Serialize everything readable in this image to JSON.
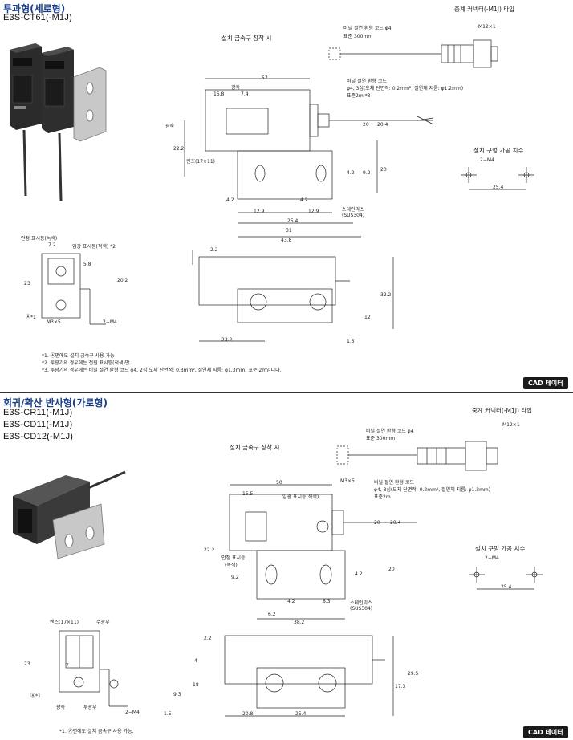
{
  "section1": {
    "title": "투과형(세로형)",
    "model": "E3S-CT61(-M1J)",
    "connector_title": "중계 커넥터(-M1J) 타입",
    "bracket_title": "설치 금속구 장착 시",
    "mount_hole_title": "설치 구멍 가공 치수",
    "labels": {
      "cable_vinyl": "비닐 절연 환형 코드 φ4",
      "cable_std": "표준 300mm",
      "m12": "M12×1",
      "cord_desc": "비닐 절연 환형 코드",
      "cord_spec": "φ4, 3심(도체 단면적: 0.2mm², 절연체 지름: φ1.2mm)",
      "cord_std": "표준2m *3",
      "optical_axis": "광축",
      "optical_axis2": "광축",
      "lens": "렌즈(17×11)",
      "stainless": "스테인리스",
      "sus": "(SUS304)",
      "stability_ind": "안정 표시등(녹색)",
      "incident_ind": "입광 표시등(적색) *2",
      "m3x5": "M3×5",
      "a1": "Ⓐ*1",
      "m4": "2−M4",
      "hole_m4": "2−M4"
    },
    "dims": {
      "d57": "57",
      "d15_8": "15.8",
      "d7_4": "7.4",
      "d20": "20",
      "d20_4": "20.4",
      "d22_2": "22.2",
      "d4_2a": "4.2",
      "d9_2": "9.2",
      "d20b": "20",
      "d4_2b": "4.2",
      "d4_2c": "4.2",
      "d12_9a": "12.9",
      "d12_9b": "12.9",
      "d25_4": "25.4",
      "d31": "31",
      "d43_8": "43.8",
      "d7_2": "7.2",
      "d5_8": "5.8",
      "d23": "23",
      "d20_2": "20.2",
      "d2_2": "2.2",
      "d32_2": "32.2",
      "d12": "12",
      "d23_2": "23.2",
      "d1_5": "1.5",
      "hole_25_4": "25.4"
    },
    "notes": [
      "*1. Ⓐ면에도 설치 금속구 사용 가능",
      "*2. 투광기의 경우에는 전원 표시등(적색)만",
      "*3. 투광기의 경우에는 비닐 절연 환형 코드 φ4, 2심(도체 단면적: 0.3mm², 절연체 지름: φ1.3mm) 표준 2m입니다."
    ],
    "cad": "CAD 데이터"
  },
  "section2": {
    "title": "회귀/확산 반사형(가로형)",
    "models": [
      "E3S-CR11(-M1J)",
      "E3S-CD11(-M1J)",
      "E3S-CD12(-M1J)"
    ],
    "connector_title": "중계 커넥터(-M1J) 타입",
    "bracket_title": "설치 금속구 장착 시",
    "mount_hole_title": "설치 구멍 가공 치수",
    "labels": {
      "cable_vinyl": "비닐 절연 환형 코드 φ4",
      "cable_std": "표준 300mm",
      "m12": "M12×1",
      "m3x5": "M3×5",
      "incident_ind": "입광 표시등(적색)",
      "cord_desc": "비닐 절연 환형 코드",
      "cord_spec": "φ4, 3심(도체 단면적: 0.2mm², 절연체 지름: φ1.2mm)",
      "cord_std": "표준2m",
      "stability_ind": "안정 표시등",
      "stability_color": "(녹색)",
      "stainless": "스테인리스",
      "sus": "(SUS304)",
      "lens": "렌즈(17×11)",
      "receiver": "수광부",
      "a1": "Ⓐ*1",
      "optical_axis": "광축",
      "emitter": "투광부",
      "m4": "2−M4",
      "hole_m4": "2−M4"
    },
    "dims": {
      "d50": "50",
      "d15_5": "15.5",
      "d20": "20",
      "d20_4": "20.4",
      "d22_2": "22.2",
      "d9_2": "9.2",
      "d4_2a": "4.2",
      "d20b": "20",
      "d4_2b": "4.2",
      "d6_3": "6.3",
      "d6_2": "6.2",
      "d38_2": "38.2",
      "d23": "23",
      "d7": "7",
      "d4": "4",
      "d2_2": "2.2",
      "d18": "18",
      "d9_3": "9.3",
      "d1_5": "1.5",
      "d29_5": "29.5",
      "d17_3": "17.3",
      "d20_8": "20.8",
      "d25_4": "25.4",
      "hole_25_4": "25.4"
    },
    "notes": [
      "*1. Ⓐ면에도 설치 금속구 사용 가능."
    ],
    "cad": "CAD 데이터"
  },
  "colors": {
    "title": "#1a3f8a",
    "line": "#222222",
    "cad_bg": "#1a1a1a"
  }
}
